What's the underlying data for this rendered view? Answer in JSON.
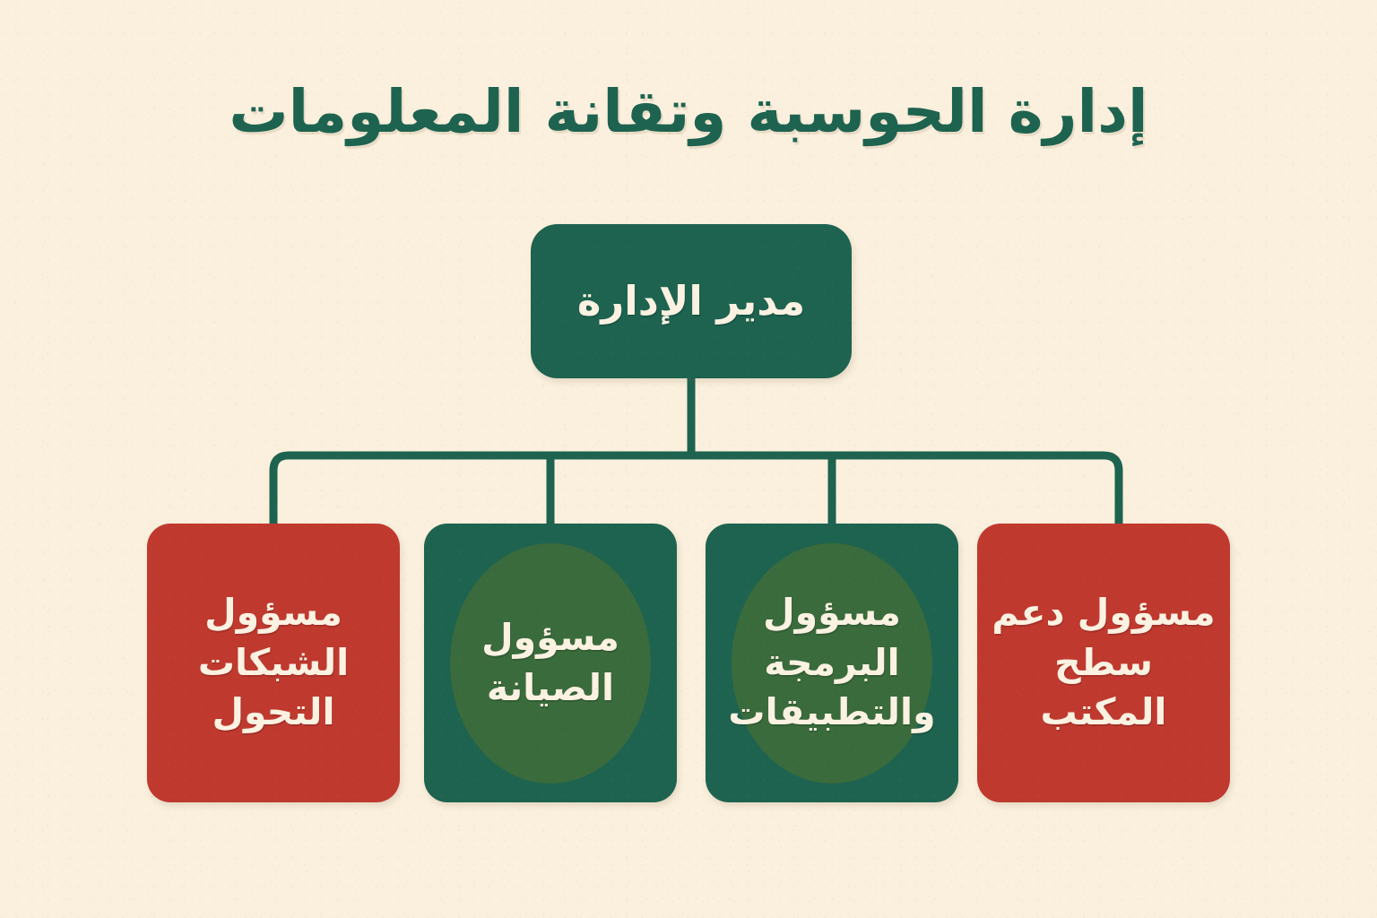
{
  "chart": {
    "title": "إدارة الحوسبة وتقانة المعلومات",
    "type": "organization-chart",
    "orientation": "rtl",
    "background_color": "#faf0dd",
    "colors": {
      "green": "#1d6350",
      "red": "#c0392f",
      "blob_green": "#3a6b3c",
      "text_light": "#fbf2e2",
      "title_green": "#1d6350",
      "connector": "#1d6350"
    },
    "root": {
      "label": "مدير الإدارة",
      "color": "green"
    },
    "children": [
      {
        "label": "مسؤول دعم سطح المكتب",
        "color": "red",
        "has_blob": false
      },
      {
        "label": "مسؤول البرمجة والتطبيقات",
        "color": "green",
        "has_blob": true
      },
      {
        "label": "مسؤول الصيانة",
        "color": "green",
        "has_blob": true
      },
      {
        "label": "مسؤول الشبكات التحول",
        "color": "red",
        "has_blob": false
      }
    ]
  }
}
